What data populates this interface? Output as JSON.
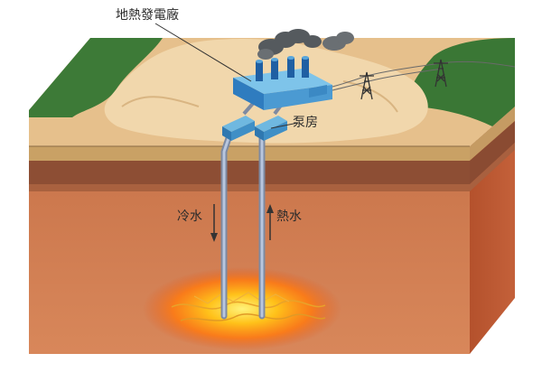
{
  "labels": {
    "power_plant": "地熱發電廠",
    "pump_house": "泵房",
    "cold_water": "冷水",
    "hot_water": "熱水"
  },
  "icons": {
    "cold_flow": "arrow-down-icon",
    "hot_flow": "arrow-up-icon"
  },
  "colors": {
    "grass": "#3f7c3a",
    "sand": "#e8c79a",
    "topsoil": "#c79a5e",
    "clay": "#9b5a3a",
    "deep_earth": "#c76f45",
    "side_face": "#b8552f",
    "plant": "#4aa3d6",
    "smoke": "#555555",
    "magma": "#ffb000"
  }
}
